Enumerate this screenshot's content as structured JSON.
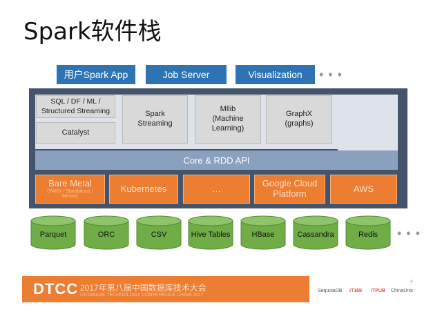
{
  "title": "Spark软件栈",
  "apps": [
    "用户Spark App",
    "Job Server",
    "Visualization"
  ],
  "ellipsis": "• • •",
  "libs": {
    "sql": "SQL / DF / ML /\nStructured Streaming",
    "catalyst": "Catalyst",
    "streaming": "Spark\nStreaming",
    "mllib": "Mllib\n(Machine\nLearning)",
    "graphx": "GraphX\n(graphs)"
  },
  "core": "Core & RDD API",
  "platforms": {
    "bare_metal": "Bare Metal",
    "bare_metal_sub": "(YARN / Standalone /\nMesos)",
    "kubernetes": "Kubernetes",
    "dots": "…",
    "google_cloud": "Google Cloud\nPlatform",
    "aws": "AWS"
  },
  "storage": [
    "Parquet",
    "ORC",
    "CSV",
    "Hive Tables",
    "HBase",
    "Cassandra",
    "Redis"
  ],
  "footer": {
    "logo": "DTCC",
    "text": "2017年第八届中国数据库技术大会",
    "sub": "DATABASE TECHNOLOGY CONFERENCE CHINA 2017",
    "page": "4",
    "sponsors": [
      "SequoiaDB",
      "IT168",
      "ITPUB",
      "ChinaUnix"
    ]
  },
  "colors": {
    "app_blue": "#2e74b5",
    "stack_dark": "#44546a",
    "core_blue": "#8aa0bf",
    "orange": "#ed7d31",
    "storage_green": "#70ad47"
  }
}
